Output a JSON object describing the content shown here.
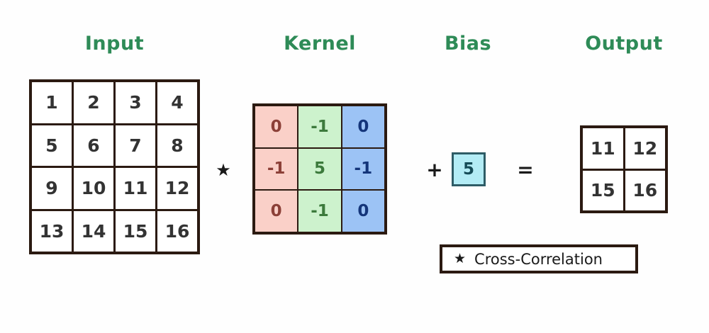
{
  "titles": {
    "input": "Input",
    "kernel": "Kernel",
    "bias": "Bias",
    "output": "Output"
  },
  "operators": {
    "convolution": "★",
    "plus": "+",
    "equals": "="
  },
  "input": {
    "rows": 4,
    "cols": 4,
    "values": [
      "1",
      "2",
      "3",
      "4",
      "5",
      "6",
      "7",
      "8",
      "9",
      "10",
      "11",
      "12",
      "13",
      "14",
      "15",
      "16"
    ]
  },
  "kernel": {
    "rows": 3,
    "cols": 3,
    "values": [
      "0",
      "-1",
      "0",
      "-1",
      "5",
      "-1",
      "0",
      "-1",
      "0"
    ],
    "column_colors": [
      "#fad0c8",
      "#cdf2cd",
      "#9cc3f5"
    ],
    "column_text_colors": [
      "#8c4038",
      "#3c7a3c",
      "#14357a"
    ]
  },
  "bias": {
    "value": "5",
    "fill": "#b3ecf5",
    "stroke": "#2e5c66"
  },
  "output": {
    "rows": 2,
    "cols": 2,
    "values": [
      "11",
      "12",
      "15",
      "16"
    ]
  },
  "legend": {
    "icon": "★",
    "label": "Cross-Correlation"
  },
  "colors": {
    "title": "#2e8b57",
    "grid_border": "#2b1a11",
    "cell_text": "#333333",
    "background": "#fefefe"
  }
}
